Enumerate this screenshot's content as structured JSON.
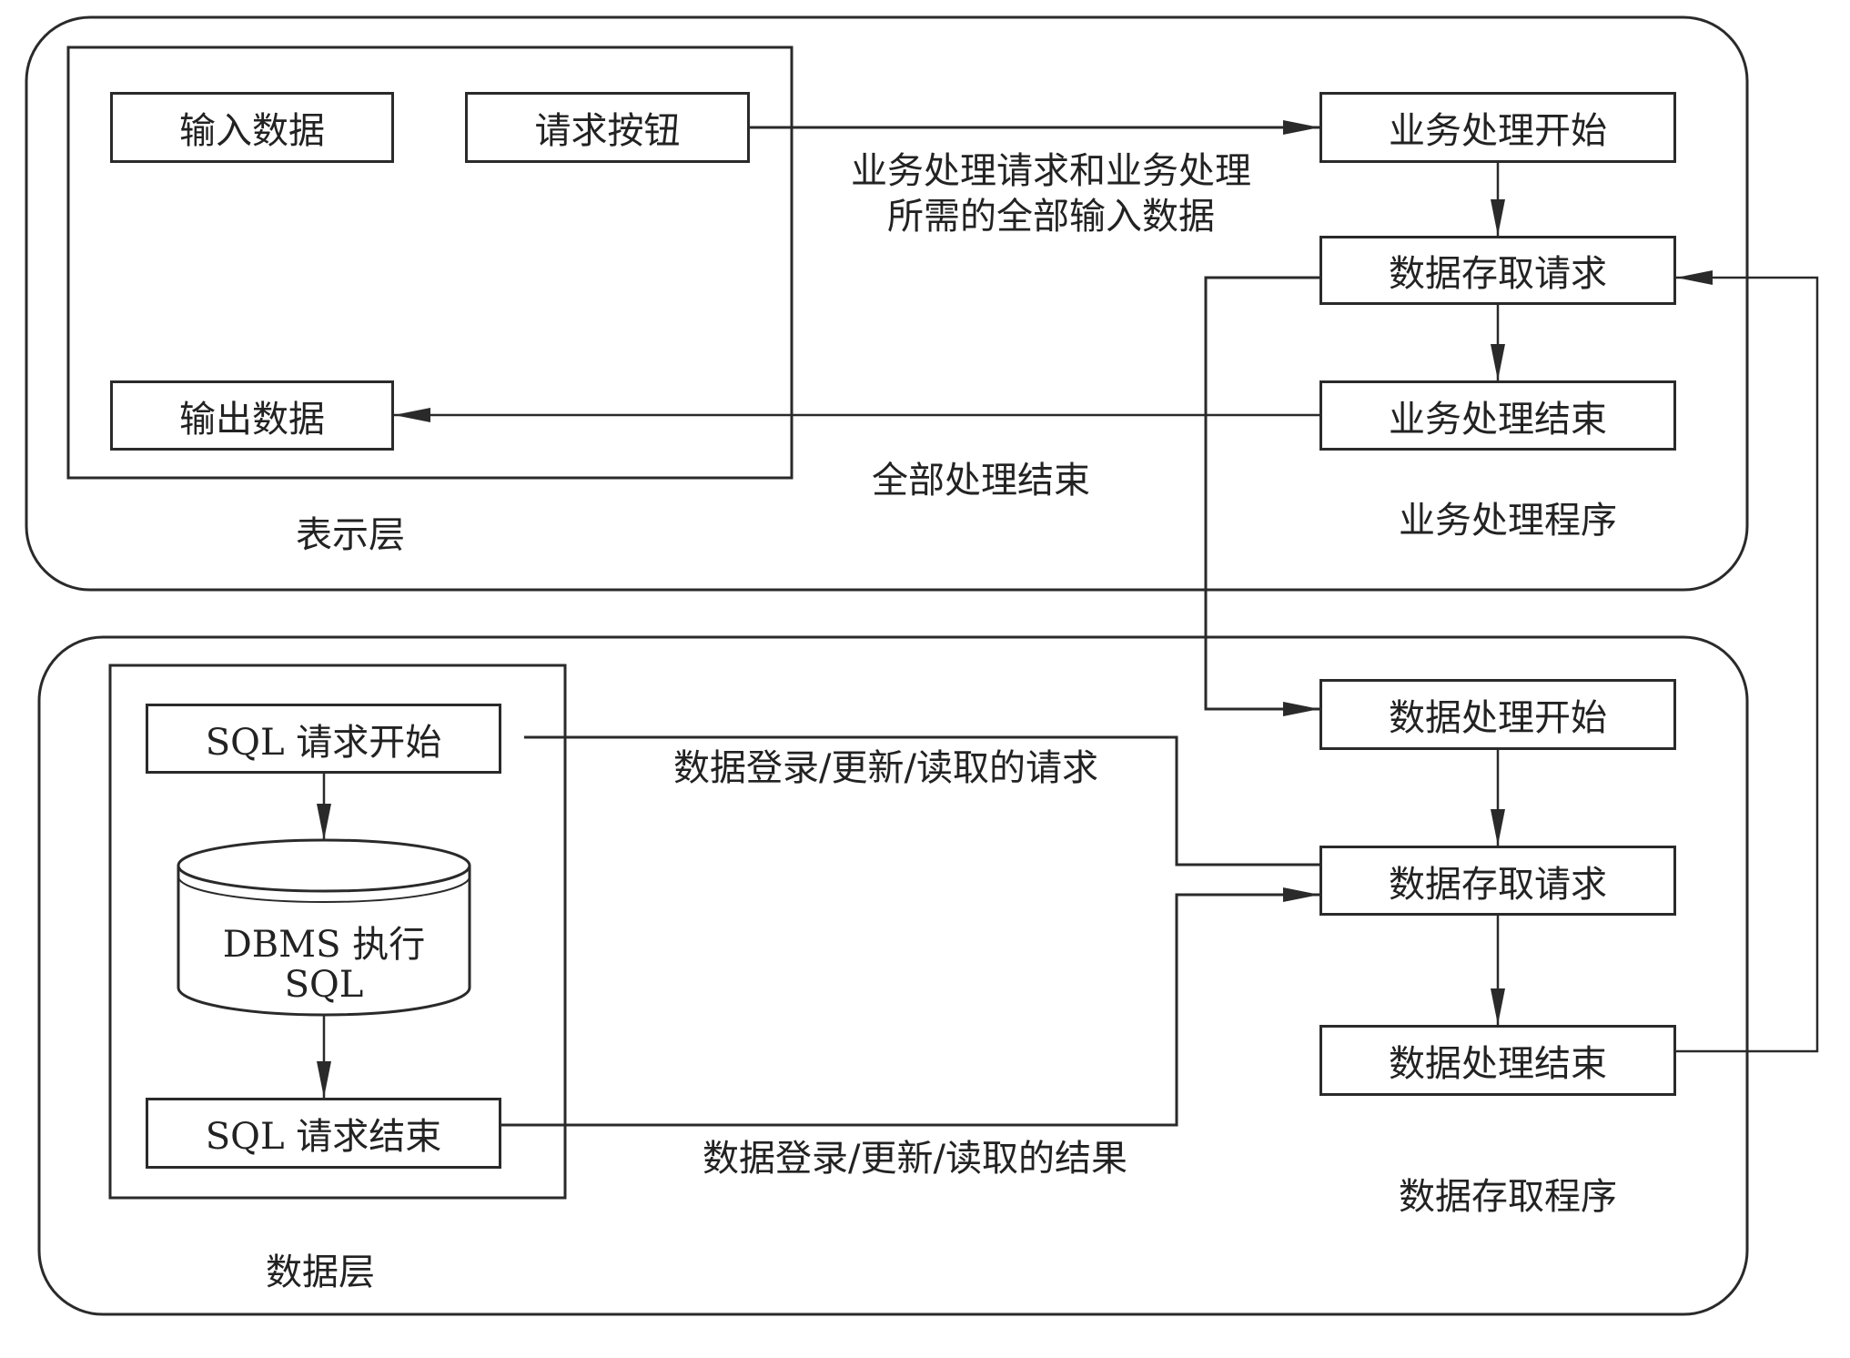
{
  "presentation_layer": {
    "label": "表示层",
    "input_box": "输入数据",
    "request_button_box": "请求按钮",
    "output_box": "输出数据"
  },
  "business_program": {
    "label": "业务处理程序",
    "start": "业务处理开始",
    "access_request": "数据存取请求",
    "end": "业务处理结束"
  },
  "edges_top": {
    "request_label_line1": "业务处理请求和业务处理",
    "request_label_line2": "所需的全部输入数据",
    "finish_label": "全部处理结束"
  },
  "data_layer": {
    "label": "数据层",
    "sql_start": "SQL 请求开始",
    "dbms_line1": "DBMS 执行",
    "dbms_line2": "SQL",
    "sql_end": "SQL 请求结束"
  },
  "data_access_program": {
    "label": "数据存取程序",
    "start": "数据处理开始",
    "access_request": "数据存取请求",
    "end": "数据处理结束"
  },
  "edges_bottom": {
    "request_label": "数据登录/更新/读取的请求",
    "result_label": "数据登录/更新/读取的结果"
  }
}
